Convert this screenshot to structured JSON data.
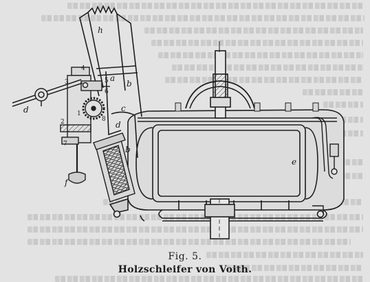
{
  "figure": {
    "number_label": "Fig. 5.",
    "title": "Holzschleifer von Voith.",
    "labels": {
      "h": "h",
      "a_top": "a",
      "b_top": "b",
      "c": "c",
      "d_arm": "d",
      "d_mid": "d",
      "b_low": "b",
      "e": "e",
      "f": "f",
      "n1": "1",
      "n2": "2",
      "n3": "3",
      "n4": "4",
      "n5": "5",
      "n6": "6",
      "n7": "7",
      "n8": "8"
    }
  }
}
